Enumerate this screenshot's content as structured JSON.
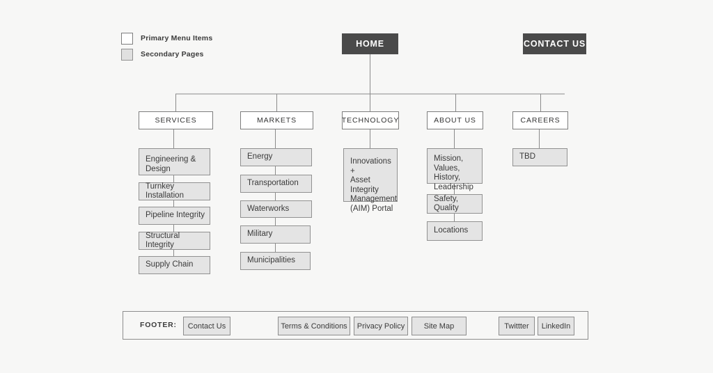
{
  "legend": {
    "items": [
      {
        "label": "Primary Menu Items",
        "swatch": "white-square-icon"
      },
      {
        "label": "Secondary Pages",
        "swatch": "gray-square-icon"
      }
    ]
  },
  "top": {
    "home": "HOME",
    "contact_us": "CONTACT US"
  },
  "columns": [
    {
      "id": "services",
      "title": "SERVICES",
      "children": [
        "Engineering &\nDesign",
        "Turnkey Installation",
        "Pipeline Integrity",
        "Structural Integrity",
        "Supply Chain"
      ]
    },
    {
      "id": "markets",
      "title": "MARKETS",
      "children": [
        "Energy",
        "Transportation",
        "Waterworks",
        "Military",
        "Municipalities"
      ]
    },
    {
      "id": "technology",
      "title": "TECHNOLOGY",
      "children": [
        "Innovations\n+\nAsset Integrity\nManagement\n(AIM) Portal"
      ]
    },
    {
      "id": "about-us",
      "title": "ABOUT US",
      "children": [
        "Mission,\nValues, History,\nLeadership",
        "Safety, Quality",
        "Locations"
      ]
    },
    {
      "id": "careers",
      "title": "CAREERS",
      "children": [
        "TBD"
      ]
    }
  ],
  "footer": {
    "label": "FOOTER:",
    "buttons": [
      "Contact Us",
      "Terms & Conditions",
      "Privacy Policy",
      "Site Map",
      "Twittter",
      "LinkedIn"
    ]
  },
  "colors": {
    "background": "#f7f7f6",
    "dark_node": "#4a4a4a",
    "secondary_node": "#e4e4e4",
    "primary_node": "#ffffff",
    "line": "#8a8a8a",
    "border": "#7d7d7d"
  }
}
